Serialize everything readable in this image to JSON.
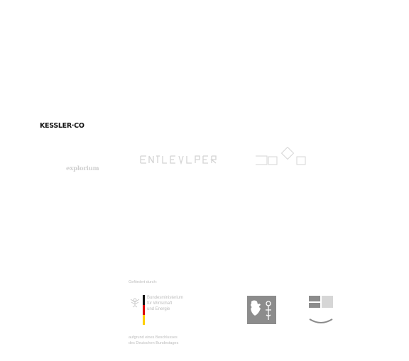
{
  "partners": {
    "kessler": "KESSLER·CO",
    "explorion": "explorium"
  },
  "funding": {
    "note": "Gefördert durch:",
    "ministry_lines": [
      "Bundesministerium",
      "für Wirtschaft",
      "und Energie"
    ],
    "decision_lines": [
      "aufgrund eines Beschlusses",
      "des Deutschen Bundestages"
    ],
    "flag_colors": [
      "#111111",
      "#dd0000",
      "#ffce00"
    ],
    "crest_color": "#8c8c8c",
    "grid_colors": [
      "#8c8c8c",
      "#d6d6d6"
    ]
  }
}
